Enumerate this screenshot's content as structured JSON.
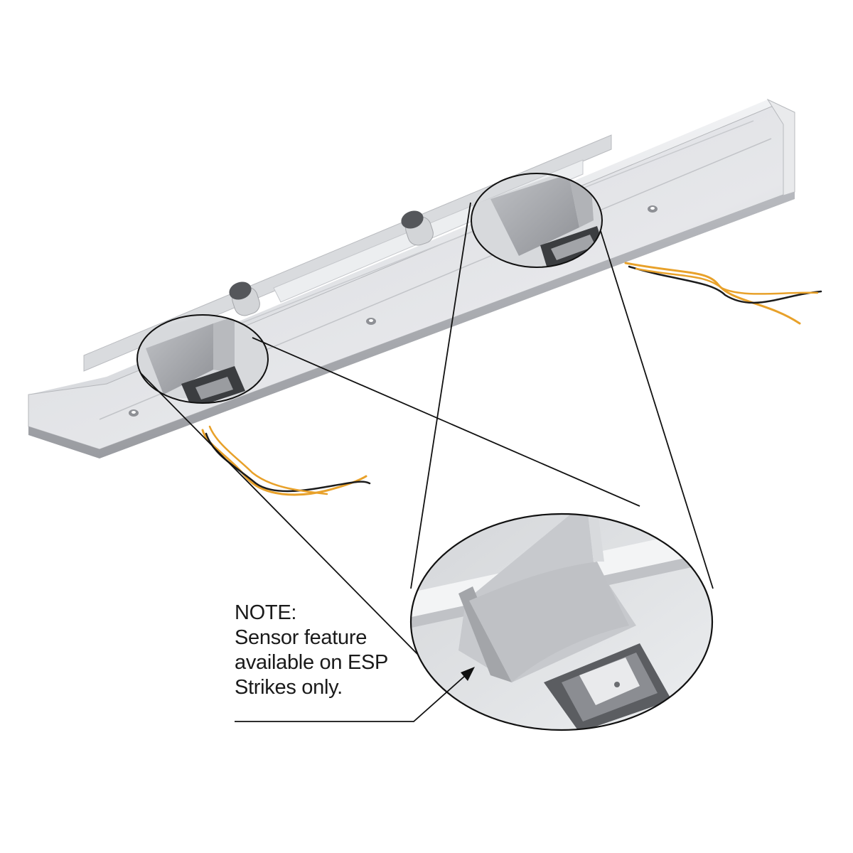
{
  "note": {
    "heading": "NOTE:",
    "lines": [
      "Sensor feature",
      "available on ESP",
      "Strikes only."
    ]
  },
  "colors": {
    "metal_light": "#e4e5e8",
    "metal_mid": "#c9cbcf",
    "metal_dark": "#9c9ea3",
    "wire_orange": "#e8a12a",
    "wire_black": "#1c1c1c",
    "outline": "#111111"
  },
  "icons": {
    "plunger": "cylinder-button",
    "strike_latch": "latch-block",
    "screw": "countersunk-screw"
  }
}
